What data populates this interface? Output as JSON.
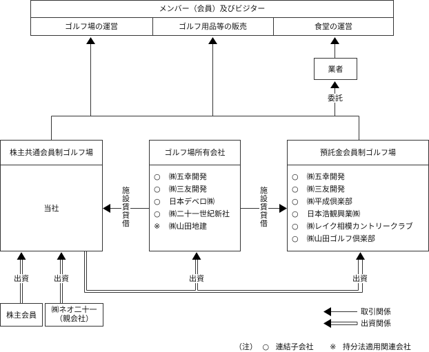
{
  "customers": {
    "title": "メンバー（会員）及びビジター",
    "services": [
      "ゴルフ場の運営",
      "ゴルフ用品等の販売",
      "食堂の運営"
    ]
  },
  "contractor": {
    "label": "業者",
    "relation": "委託"
  },
  "boxes": {
    "shareholder_club": {
      "title": "株主共通会員制ゴルフ場",
      "body": "当社"
    },
    "owner_companies": {
      "title": "ゴルフ場所有会社",
      "items": [
        {
          "mark": "○",
          "name": "㈱五幸開発"
        },
        {
          "mark": "○",
          "name": "㈱三友開発"
        },
        {
          "mark": "○",
          "name": "日本デベロ㈱"
        },
        {
          "mark": "○",
          "name": "㈱二十一世紀新社"
        },
        {
          "mark": "※",
          "name": "㈱山田地建"
        }
      ]
    },
    "deposit_club": {
      "title": "預託金会員制ゴルフ場",
      "items": [
        {
          "mark": "○",
          "name": "㈱五幸開発"
        },
        {
          "mark": "○",
          "name": "㈱三友開発"
        },
        {
          "mark": "○",
          "name": "㈱平成倶楽部"
        },
        {
          "mark": "○",
          "name": "日本浩観興業㈱"
        },
        {
          "mark": "○",
          "name": "㈱レイク相模カントリークラブ"
        },
        {
          "mark": "○",
          "name": "㈱山田ゴルフ倶楽部"
        }
      ]
    }
  },
  "flows": {
    "lease_left": "施設賃貸借",
    "lease_right": "施設賃貸借",
    "investment": "出資"
  },
  "investors": {
    "shareholder_members": "株主会員",
    "parent_line1": "㈱ネオ二十一",
    "parent_line2": "（親会社）"
  },
  "legend": {
    "transaction": "取引関係",
    "investment": "出資関係"
  },
  "note": {
    "prefix": "（注）",
    "consolidated_mark": "○",
    "consolidated_label": "連結子会社",
    "equity_mark": "※",
    "equity_label": "持分法適用関連会社"
  }
}
